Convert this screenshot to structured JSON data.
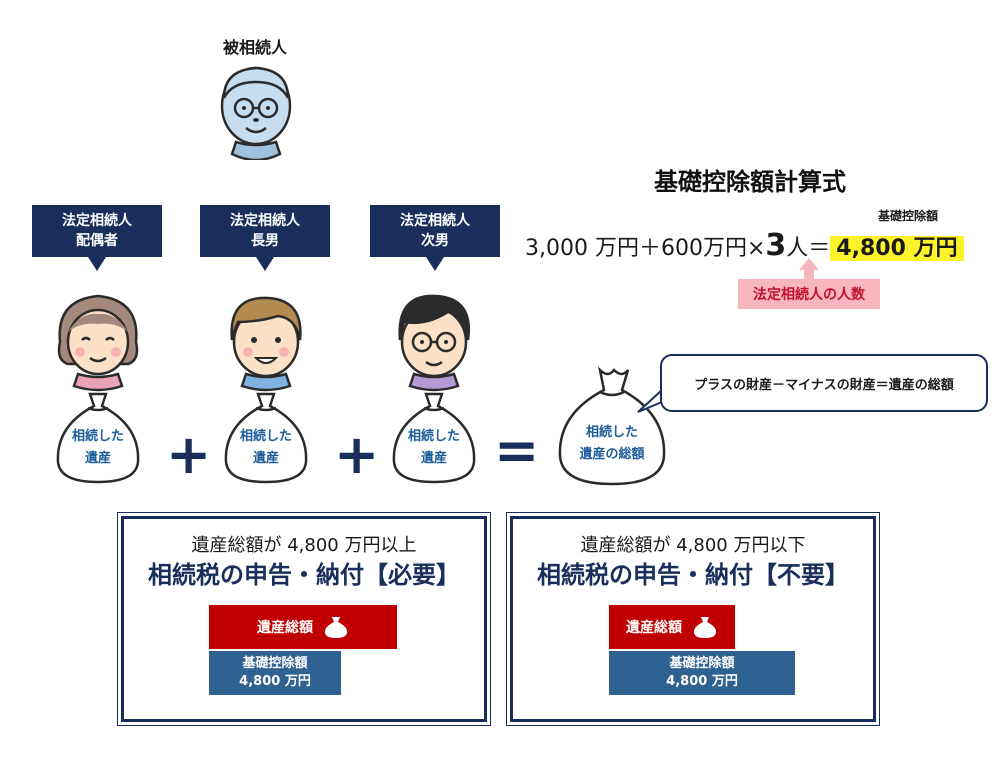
{
  "deceased": {
    "label": "被相続人"
  },
  "heirs": [
    {
      "title": "法定相続人",
      "relation": "配偶者",
      "bag_line1": "相続した",
      "bag_line2": "遺産"
    },
    {
      "title": "法定相続人",
      "relation": "長男",
      "bag_line1": "相続した",
      "bag_line2": "遺産"
    },
    {
      "title": "法定相続人",
      "relation": "次男",
      "bag_line1": "相続した",
      "bag_line2": "遺産"
    }
  ],
  "operators": {
    "plus": "+",
    "equals": "="
  },
  "total_bag": {
    "line1": "相続した",
    "line2": "遺産の総額"
  },
  "bubble": {
    "text": "プラスの財産－マイナスの財産＝遺産の総額"
  },
  "formula": {
    "title": "基礎控除額計算式",
    "part1": "3,000 万円＋600万円×",
    "count": "3",
    "part2": "人＝",
    "result": "4,800 万円",
    "result_label": "基礎控除額",
    "count_label": "法定相続人の人数"
  },
  "result_required": {
    "subtitle": "遺産総額が 4,800 万円以上",
    "title": "相続税の申告・納付【必要】",
    "estate_label": "遺産総額",
    "deduction_line1": "基礎控除額",
    "deduction_line2": "4,800 万円"
  },
  "result_not_required": {
    "subtitle": "遺産総額が 4,800 万円以下",
    "title": "相続税の申告・納付【不要】",
    "estate_label": "遺産総額",
    "deduction_line1": "基礎控除額",
    "deduction_line2": "4,800 万円"
  },
  "colors": {
    "navy": "#1a2e5c",
    "red": "#c00000",
    "blue": "#2f6291",
    "yellow": "#fdf32a",
    "pink": "#f7b6bd"
  }
}
